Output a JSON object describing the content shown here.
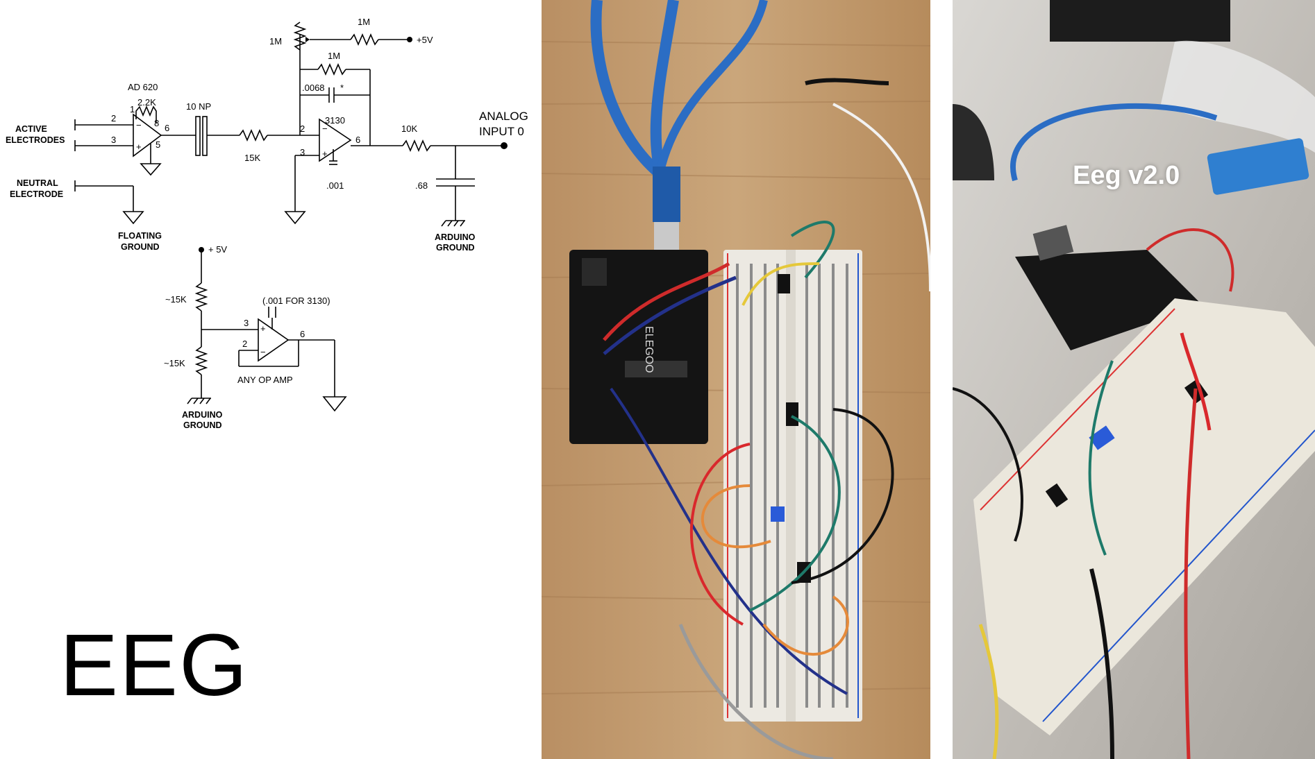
{
  "title": "EEG",
  "photo_caption": "Eeg v2.0",
  "schematic": {
    "active_electrodes": [
      "ACTIVE",
      "ELECTRODES"
    ],
    "neutral_electrode": [
      "NEUTRAL",
      "ELECTRODE"
    ],
    "floating_ground": [
      "FLOATING",
      "GROUND"
    ],
    "amp1_name": "AD 620",
    "amp1_gain_resistor": "2.2K",
    "amp1_pins": {
      "p1": "1",
      "p8": "8",
      "p2": "2",
      "p3": "3",
      "p6": "6",
      "p5": "5"
    },
    "coupling_cap": "10 NP",
    "input_resistor": "15K",
    "amp2_name": "3130",
    "amp2_pins": {
      "p2": "2",
      "p3": "3",
      "p6": "6"
    },
    "pot": "1M",
    "pot_bias_resistor": "1M",
    "supply": "+5V",
    "feedback_resistor": "1M",
    "feedback_cap": ".0068",
    "star": "*",
    "comp_cap": ".001",
    "output_resistor": "10K",
    "output_label": [
      "ANALOG",
      "INPUT 0"
    ],
    "filter_cap": ".68",
    "arduino_ground": [
      "ARDUINO",
      "GROUND"
    ],
    "ref_supply": "+ 5V",
    "ref_r_top": "~15K",
    "ref_r_bottom": "~15K",
    "ref_cap_note": "(.001 FOR 3130)",
    "ref_amp_pins": {
      "p3": "3",
      "p2": "2",
      "p6": "6"
    },
    "ref_amp_label": "ANY OP AMP",
    "ref_ground": [
      "ARDUINO",
      "GROUND"
    ]
  },
  "photos": [
    {
      "name": "breadboard-top-view"
    },
    {
      "name": "breadboard-angled-view"
    }
  ]
}
